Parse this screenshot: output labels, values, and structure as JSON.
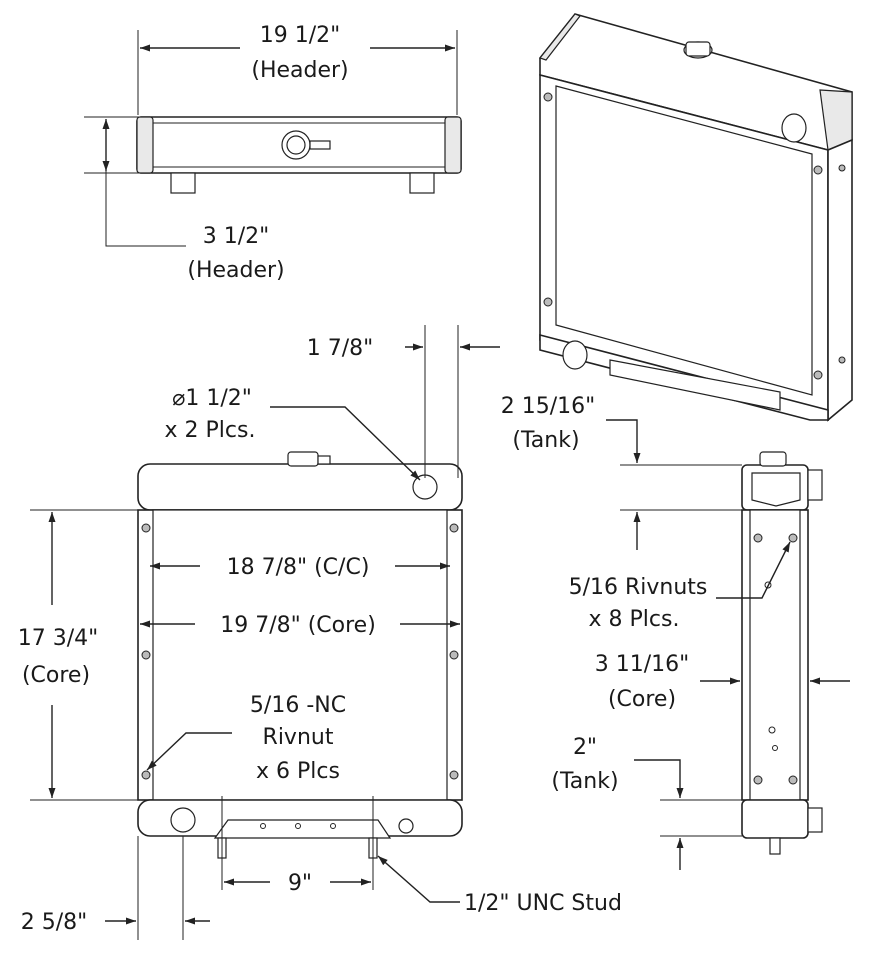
{
  "dimensions": {
    "header_width": {
      "value": "19 1/2\"",
      "note": "(Header)"
    },
    "header_depth": {
      "value": "3 1/2\"",
      "note": "(Header)"
    },
    "inlet_offset": {
      "value": "1 7/8\""
    },
    "port_diameter": {
      "value": "⌀1 1/2\"",
      "note": "x 2 Plcs."
    },
    "tank_top": {
      "value": "2 15/16\"",
      "note": "(Tank)"
    },
    "rivnuts_side": {
      "value": "5/16 Rivnuts",
      "note": "x 8 Plcs."
    },
    "core_cc": {
      "value": "18 7/8\" (C/C)"
    },
    "core_width": {
      "value": "19 7/8\" (Core)"
    },
    "core_height": {
      "value": "17 3/4\"",
      "note": "(Core)"
    },
    "core_depth": {
      "value": "3 11/16\"",
      "note": "(Core)"
    },
    "rivnut_front": {
      "value": "5/16 -NC",
      "line2": "Rivnut",
      "line3": "x 6 Plcs"
    },
    "tank_bottom": {
      "value": "2\"",
      "note": "(Tank)"
    },
    "stud_spacing": {
      "value": "9\""
    },
    "stud": {
      "value": "1/2\" UNC Stud"
    },
    "outlet_offset": {
      "value": "2 5/8\""
    }
  }
}
